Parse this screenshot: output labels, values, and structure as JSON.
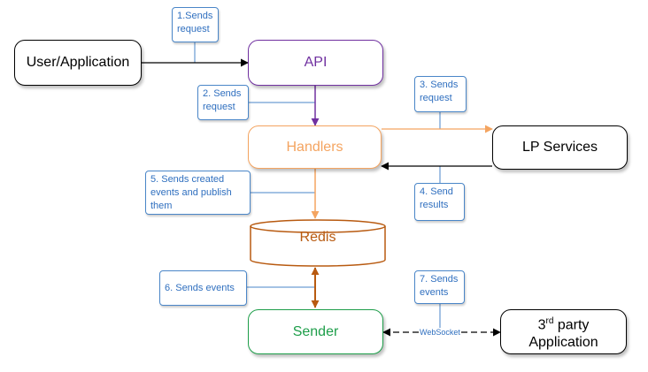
{
  "nodes": {
    "user_app": "User/Application",
    "api": "API",
    "handlers": "Handlers",
    "lp_services": "LP Services",
    "redis": "Redis",
    "sender": "Sender",
    "third_party_sup": "rd",
    "third_party_pre": "3",
    "third_party_post": " party",
    "third_party_line2": "Application"
  },
  "notes": {
    "n1_line1": "1.Sends",
    "n1_line2": "request",
    "n2_line1": "2. Sends",
    "n2_line2": "request",
    "n3_line1": "3. Sends",
    "n3_line2": "request",
    "n4_line1": "4. Send",
    "n4_line2": "results",
    "n5_line1": "5. Sends created",
    "n5_line2": "events and publish",
    "n5_line3": "them",
    "n6_line1": "6. Sends events",
    "n7_line1": "7. Sends",
    "n7_line2": "events"
  },
  "connector_label": "WebSocket",
  "colors": {
    "api": "#7030a0",
    "handlers": "#f4a460",
    "redis": "#b85a10",
    "sender": "#1e9e4a",
    "note": "#2f6fbf",
    "black": "#000000"
  }
}
